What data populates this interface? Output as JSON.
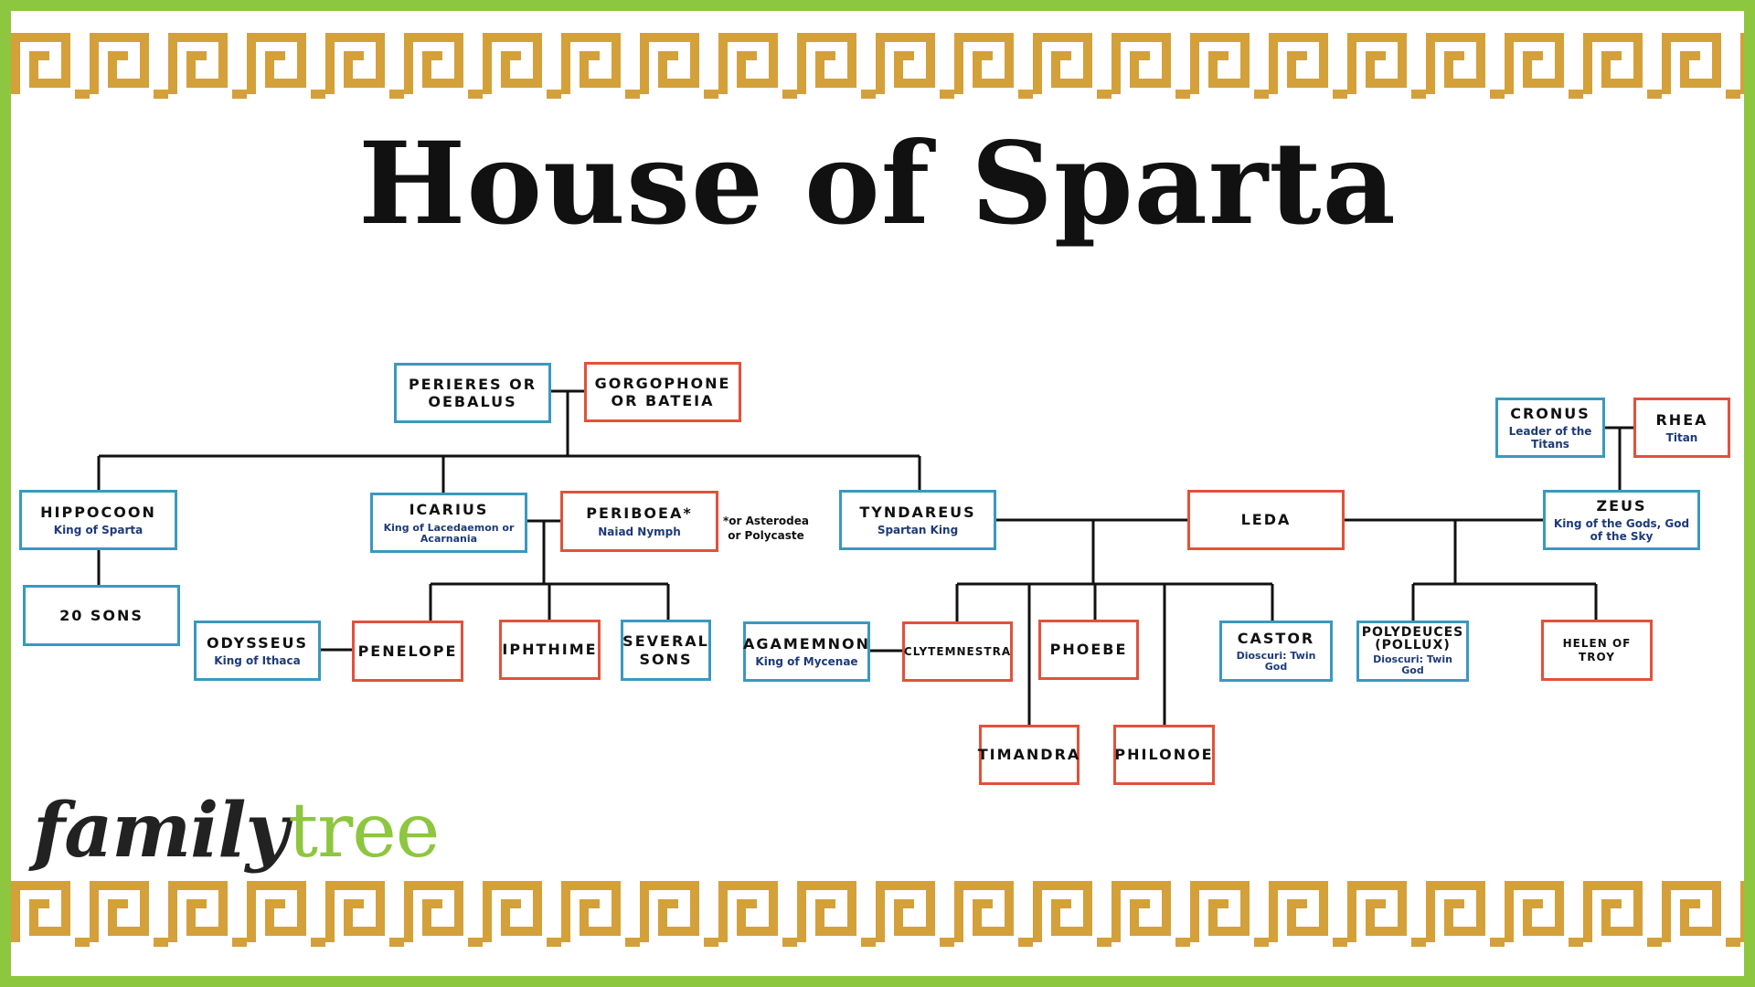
{
  "title": "House of Sparta",
  "footnote": "*or Asterodea or Polycaste",
  "logo": {
    "part1": "family",
    "part2": "tree"
  },
  "colors": {
    "frame": "#8dc63f",
    "meander": "#d4a03a",
    "male_border": "#3a98be",
    "female_border": "#e2513a",
    "subtitle": "#1d3a78"
  },
  "nodes": {
    "perieres": {
      "name": "PERIERES OR OEBALUS",
      "subtitle": ""
    },
    "gorgophone": {
      "name": "GORGOPHONE OR BATEIA",
      "subtitle": ""
    },
    "hippocoon": {
      "name": "HIPPOCOON",
      "subtitle": "King of Sparta"
    },
    "twenty_sons": {
      "name": "20 SONS",
      "subtitle": ""
    },
    "icarius": {
      "name": "ICARIUS",
      "subtitle": "King of Lacedaemon or Acarnania"
    },
    "periboea": {
      "name": "PERIBOEA*",
      "subtitle": "Naiad Nymph"
    },
    "tyndareus": {
      "name": "TYNDAREUS",
      "subtitle": "Spartan King"
    },
    "leda": {
      "name": "LEDA",
      "subtitle": ""
    },
    "cronus": {
      "name": "CRONUS",
      "subtitle": "Leader of the Titans"
    },
    "rhea": {
      "name": "RHEA",
      "subtitle": "Titan"
    },
    "zeus": {
      "name": "ZEUS",
      "subtitle": "King of the Gods, God of the Sky"
    },
    "odysseus": {
      "name": "ODYSSEUS",
      "subtitle": "King of Ithaca"
    },
    "penelope": {
      "name": "PENELOPE",
      "subtitle": ""
    },
    "iphthime": {
      "name": "IPHTHIME",
      "subtitle": ""
    },
    "several_sons": {
      "name": "SEVERAL SONS",
      "subtitle": ""
    },
    "agamemnon": {
      "name": "AGAMEMNON",
      "subtitle": "King of Mycenae"
    },
    "clytemnestra": {
      "name": "CLYTEMNESTRA",
      "subtitle": ""
    },
    "phoebe": {
      "name": "PHOEBE",
      "subtitle": ""
    },
    "timandra": {
      "name": "TIMANDRA",
      "subtitle": ""
    },
    "philonoe": {
      "name": "PHILONOE",
      "subtitle": ""
    },
    "castor": {
      "name": "CASTOR",
      "subtitle": "Dioscuri: Twin God"
    },
    "polydeuces": {
      "name": "POLYDEUCES (POLLUX)",
      "subtitle": "Dioscuri: Twin God"
    },
    "helen": {
      "name": "HELEN OF TROY",
      "subtitle": ""
    }
  }
}
